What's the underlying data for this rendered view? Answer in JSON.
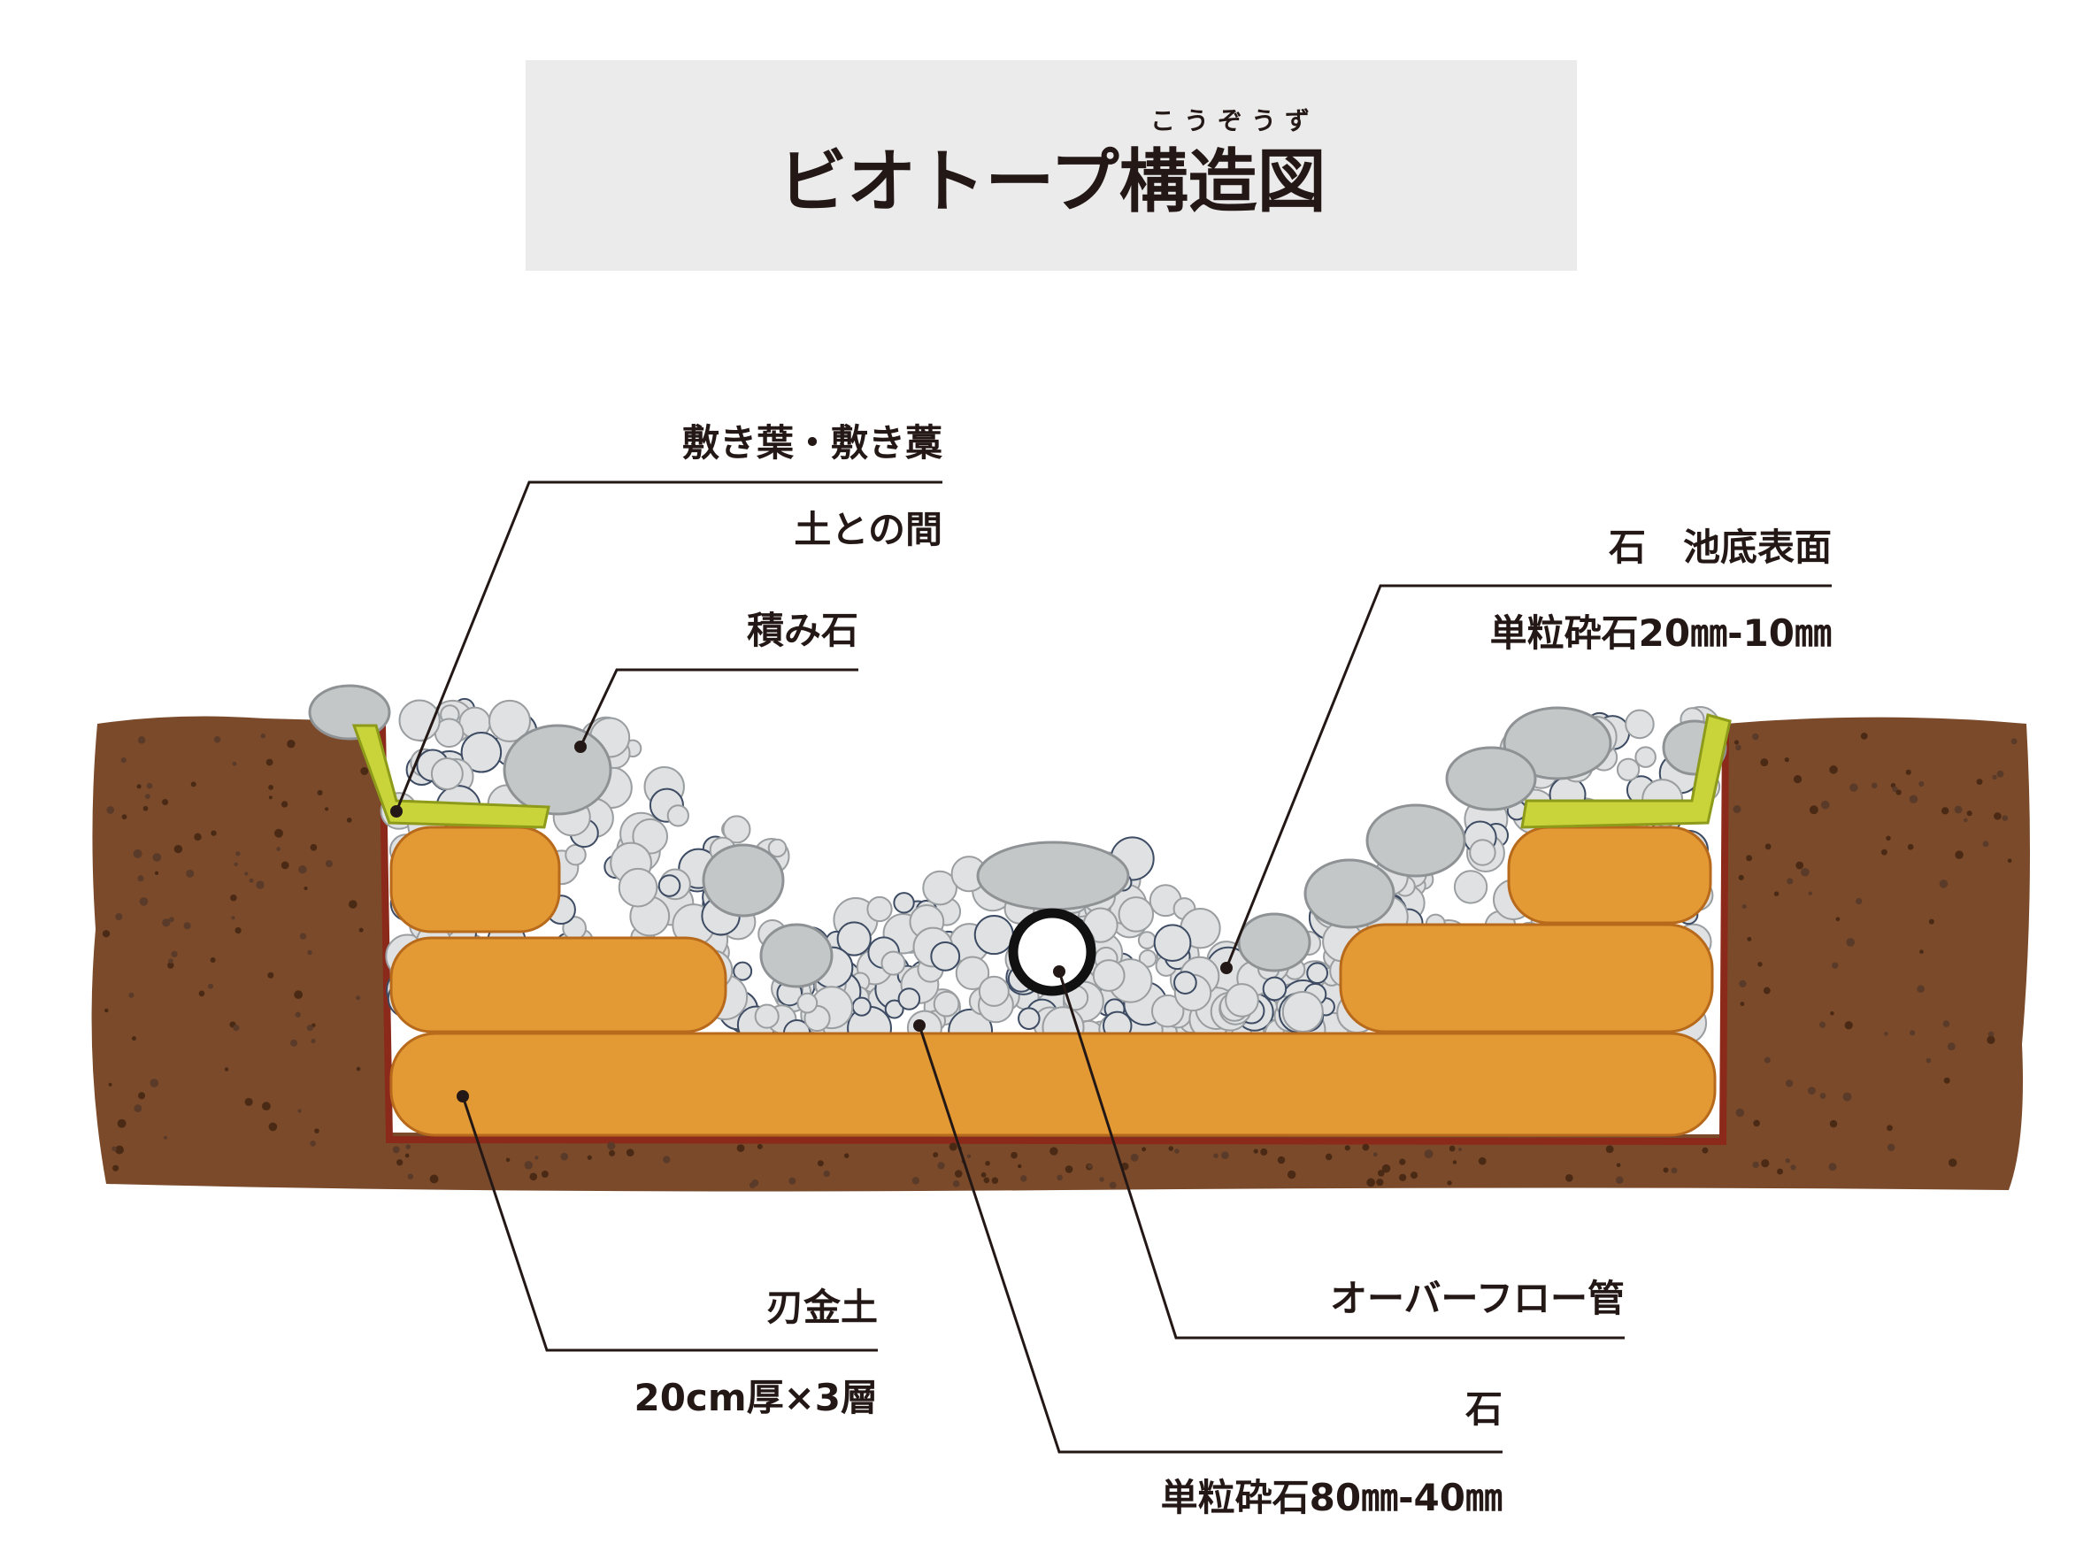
{
  "title": {
    "text": "ビオトープ構造図",
    "ruby": "こうぞうず"
  },
  "labels": {
    "shikiba": {
      "line1": "敷き葉・敷き藁",
      "line2": "土との間"
    },
    "tsumiishi": {
      "line1": "積み石"
    },
    "ikezoko": {
      "line1": "石　池底表面",
      "line2": "単粒砕石20㎜-10㎜"
    },
    "haganetsuchi": {
      "line1": "刃金土",
      "line2": "20cm厚×3層"
    },
    "overflow": {
      "line1": "オーバーフロー管"
    },
    "stone": {
      "line1": "石",
      "line2": "単粒砕石80㎜-40㎜"
    }
  },
  "colors": {
    "soil": "#7a4a2a",
    "clay": "#e39a35",
    "moss": "#c8d43a",
    "stone": "#c9cccd",
    "title_bg": "#ebebeb"
  }
}
